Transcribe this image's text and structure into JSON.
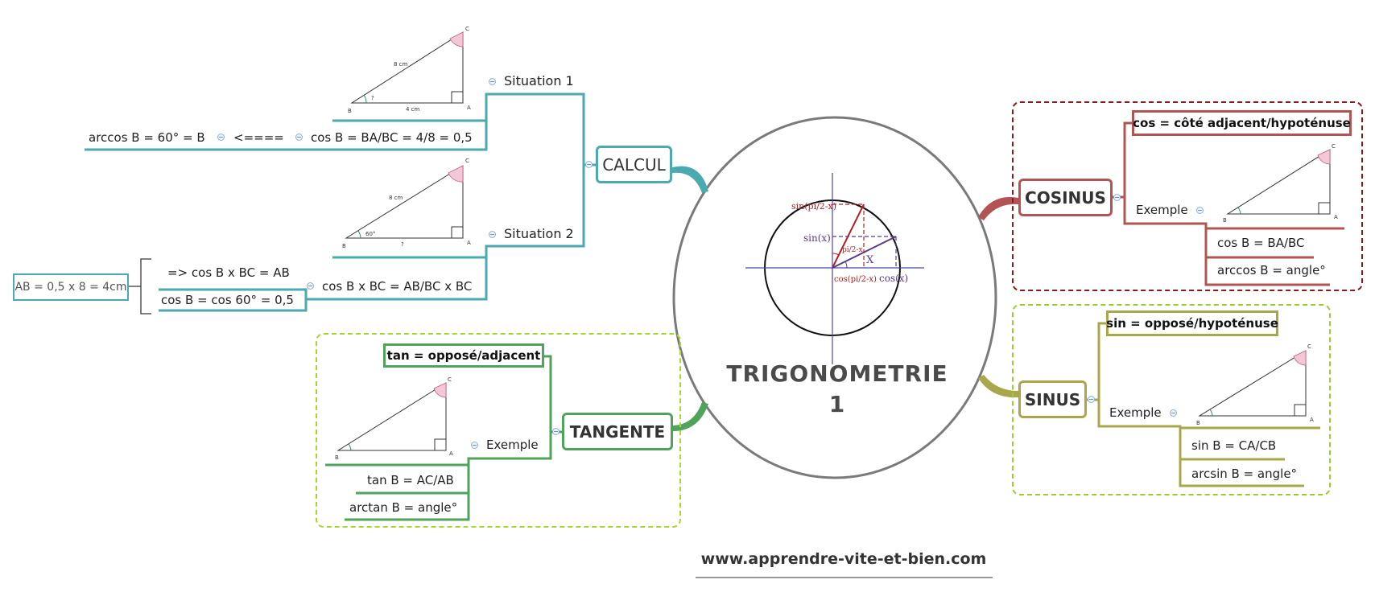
{
  "center": {
    "title_line1": "TRIGONOMETRIE",
    "title_line2": "1"
  },
  "circle_figure": {
    "sin_pi2_x": "sin(pi/2-x)",
    "sin_x": "sin(x)",
    "pi2_x": "pi/2-x",
    "x": "X",
    "cos_pi2_x": "cos(pi/2-x)",
    "cos_x": "cos(x)"
  },
  "calcul": {
    "label": "CALCUL",
    "situation1": "Situation 1",
    "situation2": "Situation 2",
    "s1_cos": "cos B = BA/BC = 4/8 = 0,5",
    "s1_arrow": "<====",
    "s1_arccos": "arccos B = 60° = B",
    "s2_main": "cos B x BC = AB/BC x BC",
    "s2_result1": "=> cos B x BC = AB",
    "s2_result2": "cos B = cos 60° = 0,5",
    "s2_summary": "AB = 0,5 x 8 = 4cm"
  },
  "triangle1": {
    "hyp": "8 cm",
    "adj": "4 cm",
    "angle": "?",
    "b": "B",
    "a": "A",
    "c": "C"
  },
  "triangle2": {
    "hyp": "8 cm",
    "adj": "?",
    "angle": "60°",
    "b": "B",
    "a": "A",
    "c": "C"
  },
  "triangle_small": {
    "b": "B",
    "a": "A",
    "c": "C"
  },
  "cosinus": {
    "label": "COSINUS",
    "definition": "cos = côté adjacent/hypoténuse",
    "example": "Exemple",
    "formula": "cos B = BA/BC",
    "inverse": "arccos B = angle°"
  },
  "sinus": {
    "label": "SINUS",
    "definition": "sin = opposé/hypoténuse",
    "example": "Exemple",
    "formula": "sin B = CA/CB",
    "inverse": "arcsin B = angle°"
  },
  "tangente": {
    "label": "TANGENTE",
    "definition": "tan = opposé/adjacent",
    "example": "Exemple",
    "formula": "tan B = AC/AB",
    "inverse": "arctan B = angle°"
  },
  "footer": {
    "url": "www.apprendre-vite-et-bien.com"
  },
  "colors": {
    "calcul": "#4aa9b1",
    "cosinus": "#b35454",
    "cosinus_frame": "#8b1a1a",
    "sinus": "#a8a84a",
    "sinus_frame": "#9acd32",
    "tangente": "#4fa35a",
    "tangente_frame": "#a6d92c"
  }
}
